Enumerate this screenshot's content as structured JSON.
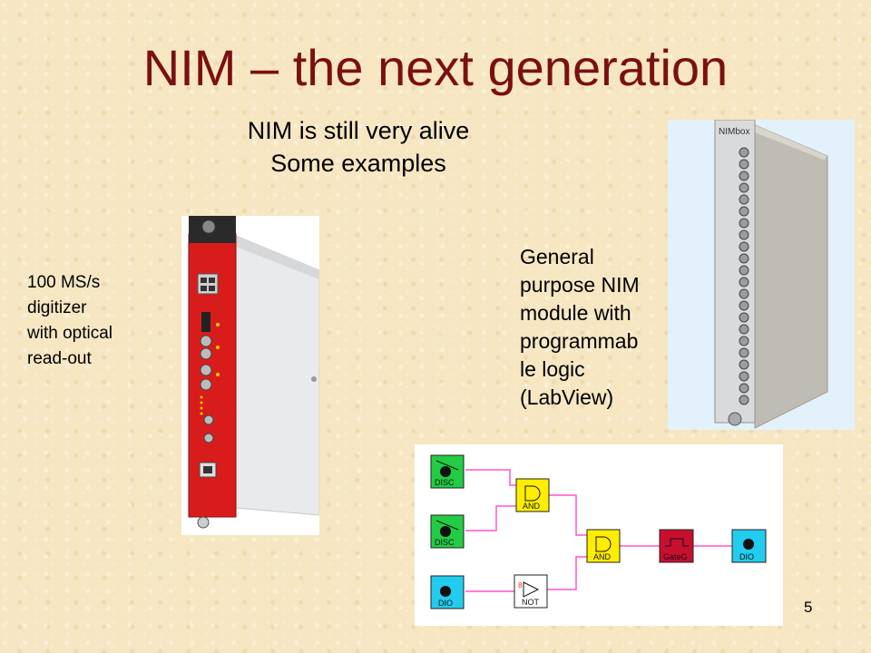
{
  "slide": {
    "title": "NIM – the next generation",
    "subtitle_line1": "NIM is still very alive",
    "subtitle_line2": "Some examples",
    "left_caption": [
      "100 MS/s",
      "digitizer",
      "with optical",
      "read-out"
    ],
    "right_caption": [
      "General",
      "purpose NIM",
      "module with",
      "programmab",
      "le logic",
      "(LabView)"
    ],
    "slide_number": "5"
  },
  "nimbox_image": {
    "label": "NIMbox"
  },
  "logic_diagram": {
    "blocks": [
      {
        "id": "disc1",
        "label": "DISC",
        "color": "#22cc44"
      },
      {
        "id": "disc2",
        "label": "DISC",
        "color": "#22cc44"
      },
      {
        "id": "dio_in",
        "label": "DIO",
        "color": "#22ccee"
      },
      {
        "id": "and1",
        "label": "AND",
        "color": "#ffee00"
      },
      {
        "id": "not",
        "label": "NOT",
        "color": "#ffffff"
      },
      {
        "id": "and2",
        "label": "AND",
        "color": "#ffee00"
      },
      {
        "id": "gateg",
        "label": "GateG",
        "color": "#c8102e"
      },
      {
        "id": "dio_out",
        "label": "DIO",
        "color": "#22ccee"
      }
    ]
  }
}
